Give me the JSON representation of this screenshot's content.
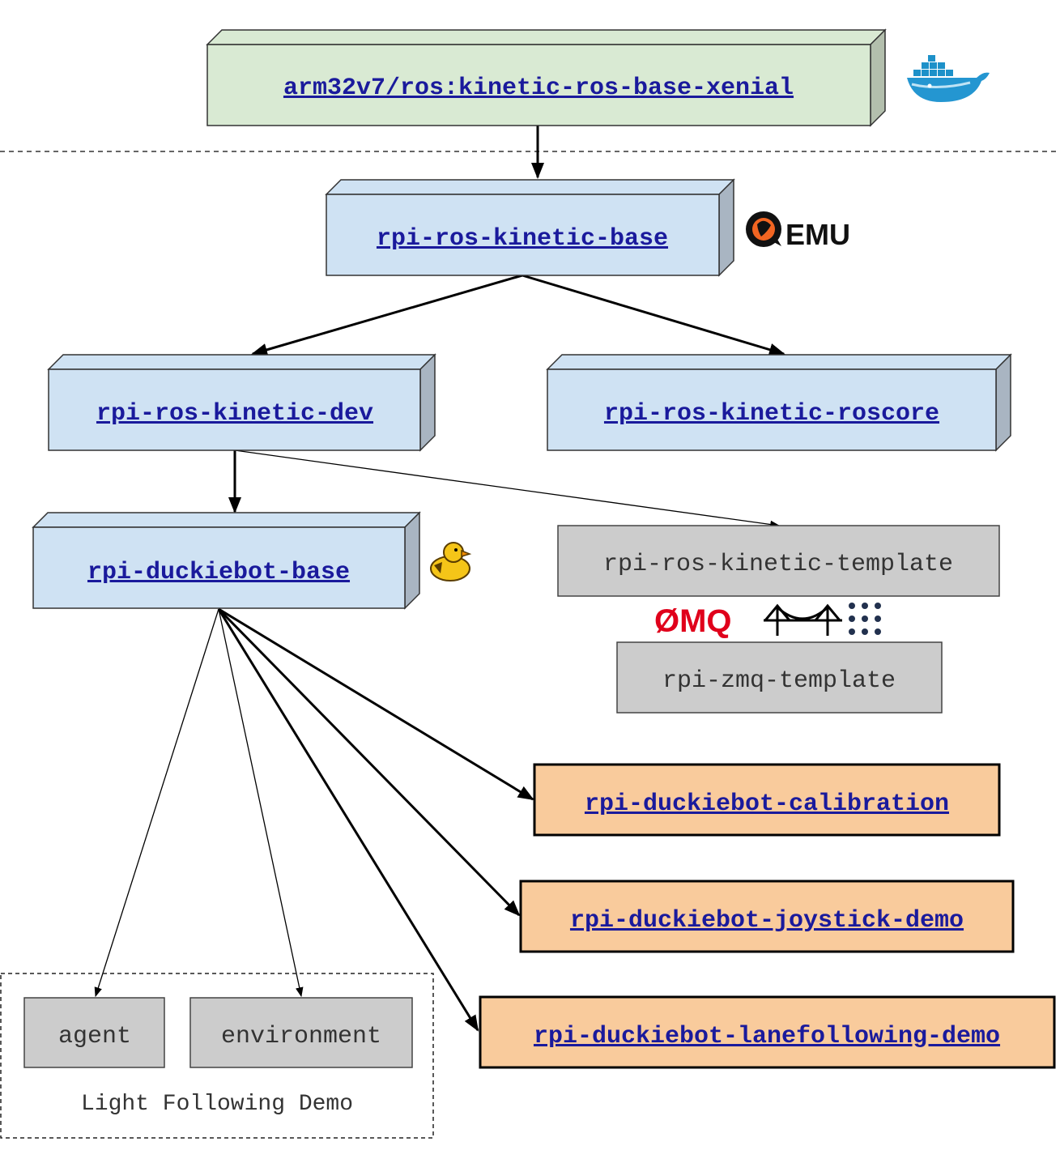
{
  "colors": {
    "green_front": "#d9ead3",
    "green_side": "#b3bfad",
    "blue_front": "#cfe2f3",
    "blue_side": "#a9b5c2",
    "orange": "#f9cb9c",
    "gray": "#cccccc",
    "link": "#1a1a9c",
    "plain_text": "#333333",
    "zmq_red": "#e0001b",
    "qemu_orange": "#f26522"
  },
  "nodes": {
    "base_image": "arm32v7/ros:kinetic-ros-base-xenial",
    "ros_base": "rpi-ros-kinetic-base",
    "ros_dev": "rpi-ros-kinetic-dev",
    "ros_roscore": "rpi-ros-kinetic-roscore",
    "duckiebot_base": "rpi-duckiebot-base",
    "ros_template": "rpi-ros-kinetic-template",
    "zmq_template": "rpi-zmq-template",
    "calibration": "rpi-duckiebot-calibration",
    "joystick_demo": "rpi-duckiebot-joystick-demo",
    "lanefollowing_demo": "rpi-duckiebot-lanefollowing-demo",
    "agent": "agent",
    "environment": "environment"
  },
  "group": {
    "label": "Light Following Demo"
  },
  "logos": {
    "docker": "docker-whale-icon",
    "qemu": "EMU",
    "duck": "rubber-duck-icon",
    "zmq": "ØMQ",
    "ros_bridge": "ros-bridge-icon"
  }
}
